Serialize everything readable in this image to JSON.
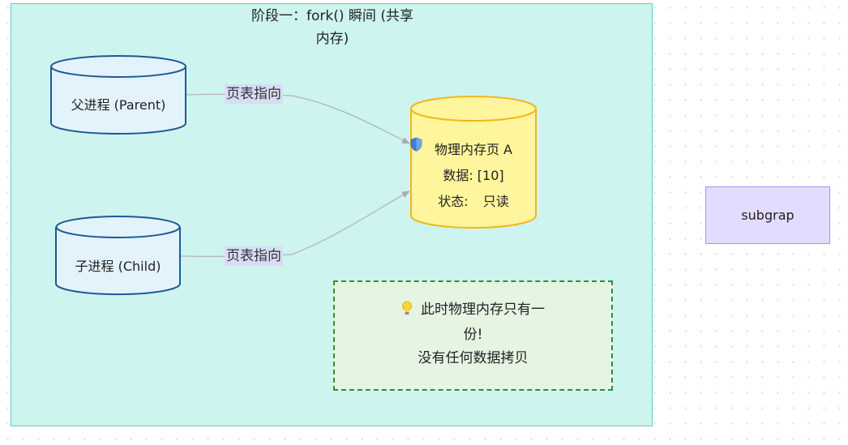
{
  "subgraph": {
    "title_line1": "阶段一：fork() 瞬间 (共享",
    "title_line2": "内存)"
  },
  "nodes": {
    "parent": {
      "label": "父进程 (Parent)"
    },
    "child": {
      "label": "子进程 (Child)"
    },
    "page": {
      "line1": "物理内存页 A",
      "line2": "数据: [10]",
      "line3_prefix": "状态: ",
      "line3_suffix": " 只读",
      "status_icon": "shield-icon"
    }
  },
  "edges": {
    "parent_to_page": {
      "label": "页表指向"
    },
    "child_to_page": {
      "label": "页表指向"
    }
  },
  "note": {
    "icon": "lightbulb-icon",
    "line1": "此时物理内存只有一",
    "line2": "份!",
    "line3": "没有任何数据拷贝"
  },
  "legend": {
    "label": "subgrap"
  },
  "colors": {
    "subgraph_fill": "#cdf4ef",
    "subgraph_border": "#5ccfc4",
    "process_fill": "#e3f3fc",
    "process_stroke": "#1c5a94",
    "page_fill": "#fff59d",
    "page_stroke": "#f2b71a",
    "note_fill": "#e6f4e2",
    "note_border": "#3a8a38",
    "legend_fill": "#e3dcff",
    "legend_border": "#a48ff0",
    "edge_label_bg": "#d8dcf5"
  }
}
